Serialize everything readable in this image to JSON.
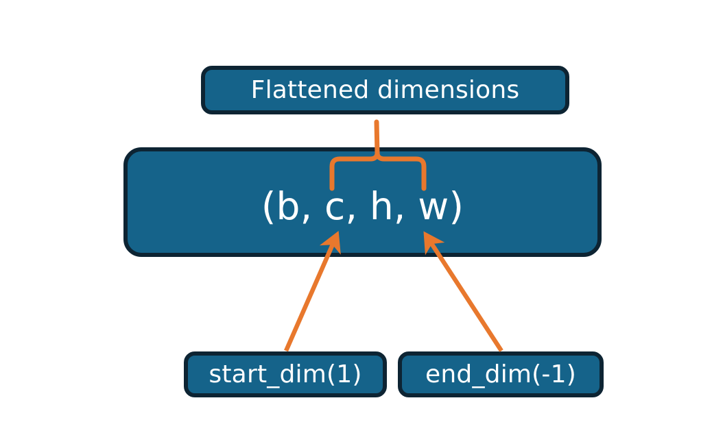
{
  "diagram": {
    "title_node": {
      "label": "Flattened dimensions",
      "name": "flattened-dimensions-box"
    },
    "tensor_node": {
      "label": "(b, c, h, w)",
      "name": "tensor-shape-box",
      "dims": [
        "b",
        "c",
        "h",
        "w"
      ]
    },
    "param_nodes": [
      {
        "label": "start_dim(1)",
        "name": "start-dim-box",
        "value": 1
      },
      {
        "label": "end_dim(-1)",
        "name": "end-dim-box",
        "value": -1
      }
    ],
    "connectors": [
      {
        "name": "flatten-range-brace",
        "kind": "curly-brace",
        "from": "tensor-shape-box",
        "to": "flattened-dimensions-box",
        "covers": [
          "c",
          "h",
          "w"
        ]
      },
      {
        "name": "start-dim-arrow",
        "kind": "arrow",
        "from": "start-dim-box",
        "to": "tensor-shape-box",
        "points_at": "c"
      },
      {
        "name": "end-dim-arrow",
        "kind": "arrow",
        "from": "end-dim-box",
        "to": "tensor-shape-box",
        "points_at": "w"
      }
    ],
    "colors": {
      "box_fill": "#15638a",
      "box_border": "#0d2433",
      "text": "#ffffff",
      "accent_orange": "#e8782d",
      "background": "#ffffff"
    }
  }
}
